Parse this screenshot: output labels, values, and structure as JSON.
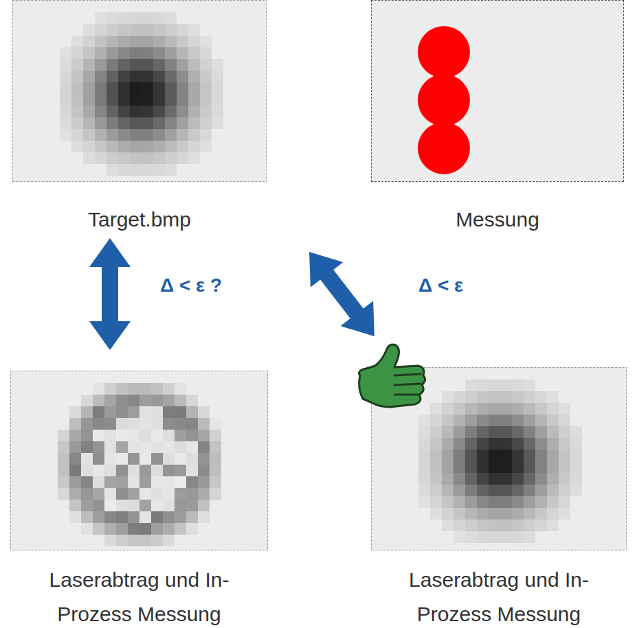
{
  "diagram": {
    "nodes": [
      {
        "text": [
          "Target.bmp"
        ]
      },
      {
        "text": [
          "Messung"
        ]
      },
      {
        "text": [
          "Laserabtrag und In- Prozess Messung"
        ]
      },
      {
        "text": [
          "Laserabtrag und In- Prozess Messung"
        ]
      }
    ],
    "edges": [
      {
        "from": 0,
        "to": 2,
        "arrow": "both",
        "label": "Δ < ε ?"
      },
      {
        "from": 0,
        "to": 3,
        "arrow": "both",
        "label": "Δ < ε"
      }
    ]
  }
}
